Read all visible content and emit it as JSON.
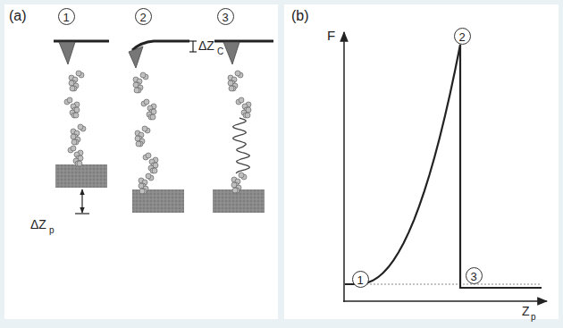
{
  "diagram": {
    "labels": [
      "(a)",
      "1",
      "2",
      "3",
      "ΔZ",
      "C",
      "ΔZ",
      "p",
      "(b)",
      "F",
      "2",
      "1",
      "3",
      "Z",
      "p"
    ]
  }
}
